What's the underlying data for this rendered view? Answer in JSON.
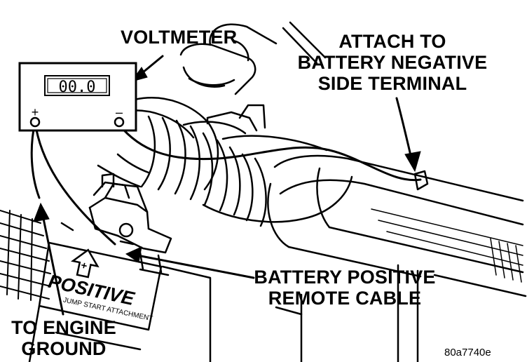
{
  "voltmeter": {
    "display": "00.0",
    "positive_symbol": "+",
    "negative_symbol": "–"
  },
  "labels": {
    "voltmeter": "VOLTMETER",
    "attach": [
      "ATTACH TO",
      "BATTERY NEGATIVE",
      "SIDE TERMINAL"
    ],
    "battery_positive": [
      "BATTERY POSITIVE",
      "REMOTE CABLE"
    ],
    "engine_ground": [
      "TO ENGINE",
      "GROUND"
    ]
  },
  "remote_terminal": {
    "word": "POSITIVE",
    "subtext": "JUMP START ATTACHMENT"
  },
  "figure_id": "80a7740e"
}
